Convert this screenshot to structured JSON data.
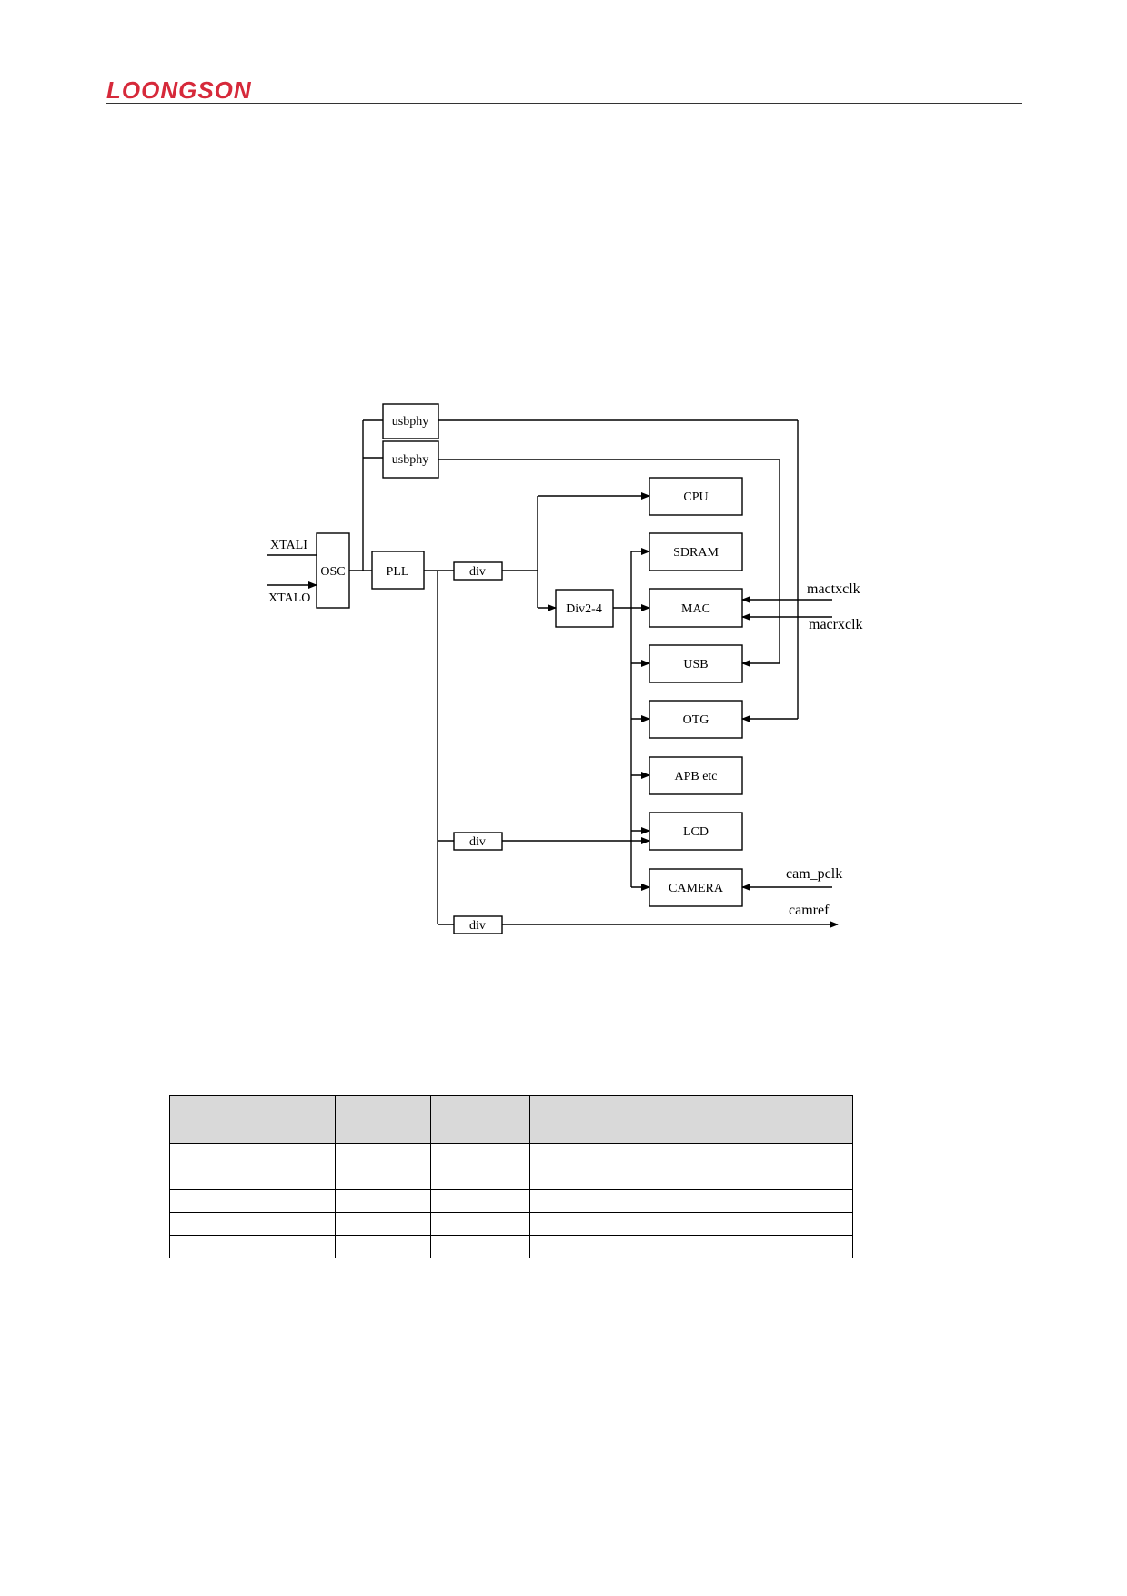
{
  "header": {
    "logo_text": "LOONGSON",
    "logo_color": "#d6293a"
  },
  "diagram": {
    "inputs": {
      "xtali": "XTALI",
      "xtalo": "XTALO"
    },
    "blocks": {
      "osc": "OSC",
      "pll": "PLL",
      "usbphy_1": "usbphy",
      "usbphy_2": "usbphy",
      "div_1": "div",
      "div_2": "div",
      "div_3": "div",
      "div24": "Div2-4"
    },
    "modules": {
      "cpu": "CPU",
      "sdram": "SDRAM",
      "mac": "MAC",
      "usb": "USB",
      "otg": "OTG",
      "apb": "APB etc",
      "lcd": "LCD",
      "camera": "CAMERA"
    },
    "external": {
      "mactxclk": "mactxclk",
      "macrxclk": "macrxclk",
      "cam_pclk": "cam_pclk",
      "camref": "camref"
    }
  },
  "table": {
    "header": [
      "",
      "",
      "",
      ""
    ],
    "rows": [
      [
        "",
        "",
        "",
        ""
      ],
      [
        "",
        "",
        "",
        ""
      ],
      [
        "",
        "",
        "",
        ""
      ],
      [
        "",
        "",
        "",
        ""
      ]
    ]
  }
}
